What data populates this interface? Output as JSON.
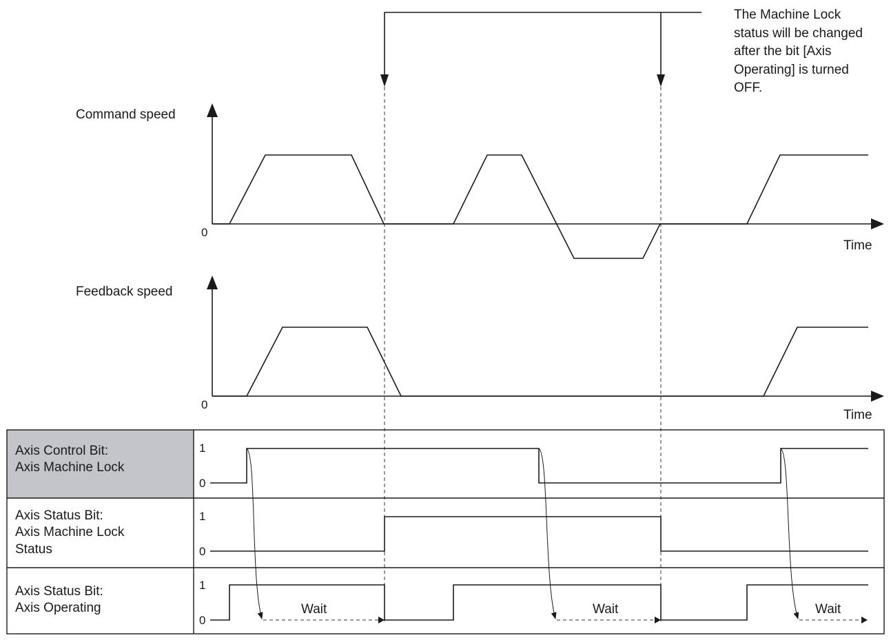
{
  "note": {
    "lines": [
      "The Machine Lock",
      "status will be changed",
      "after the bit [Axis",
      "Operating] is turned",
      "OFF."
    ]
  },
  "command": {
    "label": "Command speed",
    "zero": "0",
    "time": "Time"
  },
  "feedback": {
    "label": "Feedback speed",
    "zero": "0",
    "time": "Time"
  },
  "rows": [
    {
      "lines": [
        "Axis Control Bit:",
        "Axis Machine Lock"
      ],
      "one": "1",
      "zero": "0",
      "shaded": true,
      "shade_color": "#c4c5ca"
    },
    {
      "lines": [
        "Axis Status Bit:",
        "Axis Machine Lock",
        "Status"
      ],
      "one": "1",
      "zero": "0"
    },
    {
      "lines": [
        "Axis Status Bit:",
        "Axis Operating"
      ],
      "one": "1",
      "zero": "0"
    }
  ],
  "wait_labels": [
    "Wait",
    "Wait",
    "Wait"
  ]
}
